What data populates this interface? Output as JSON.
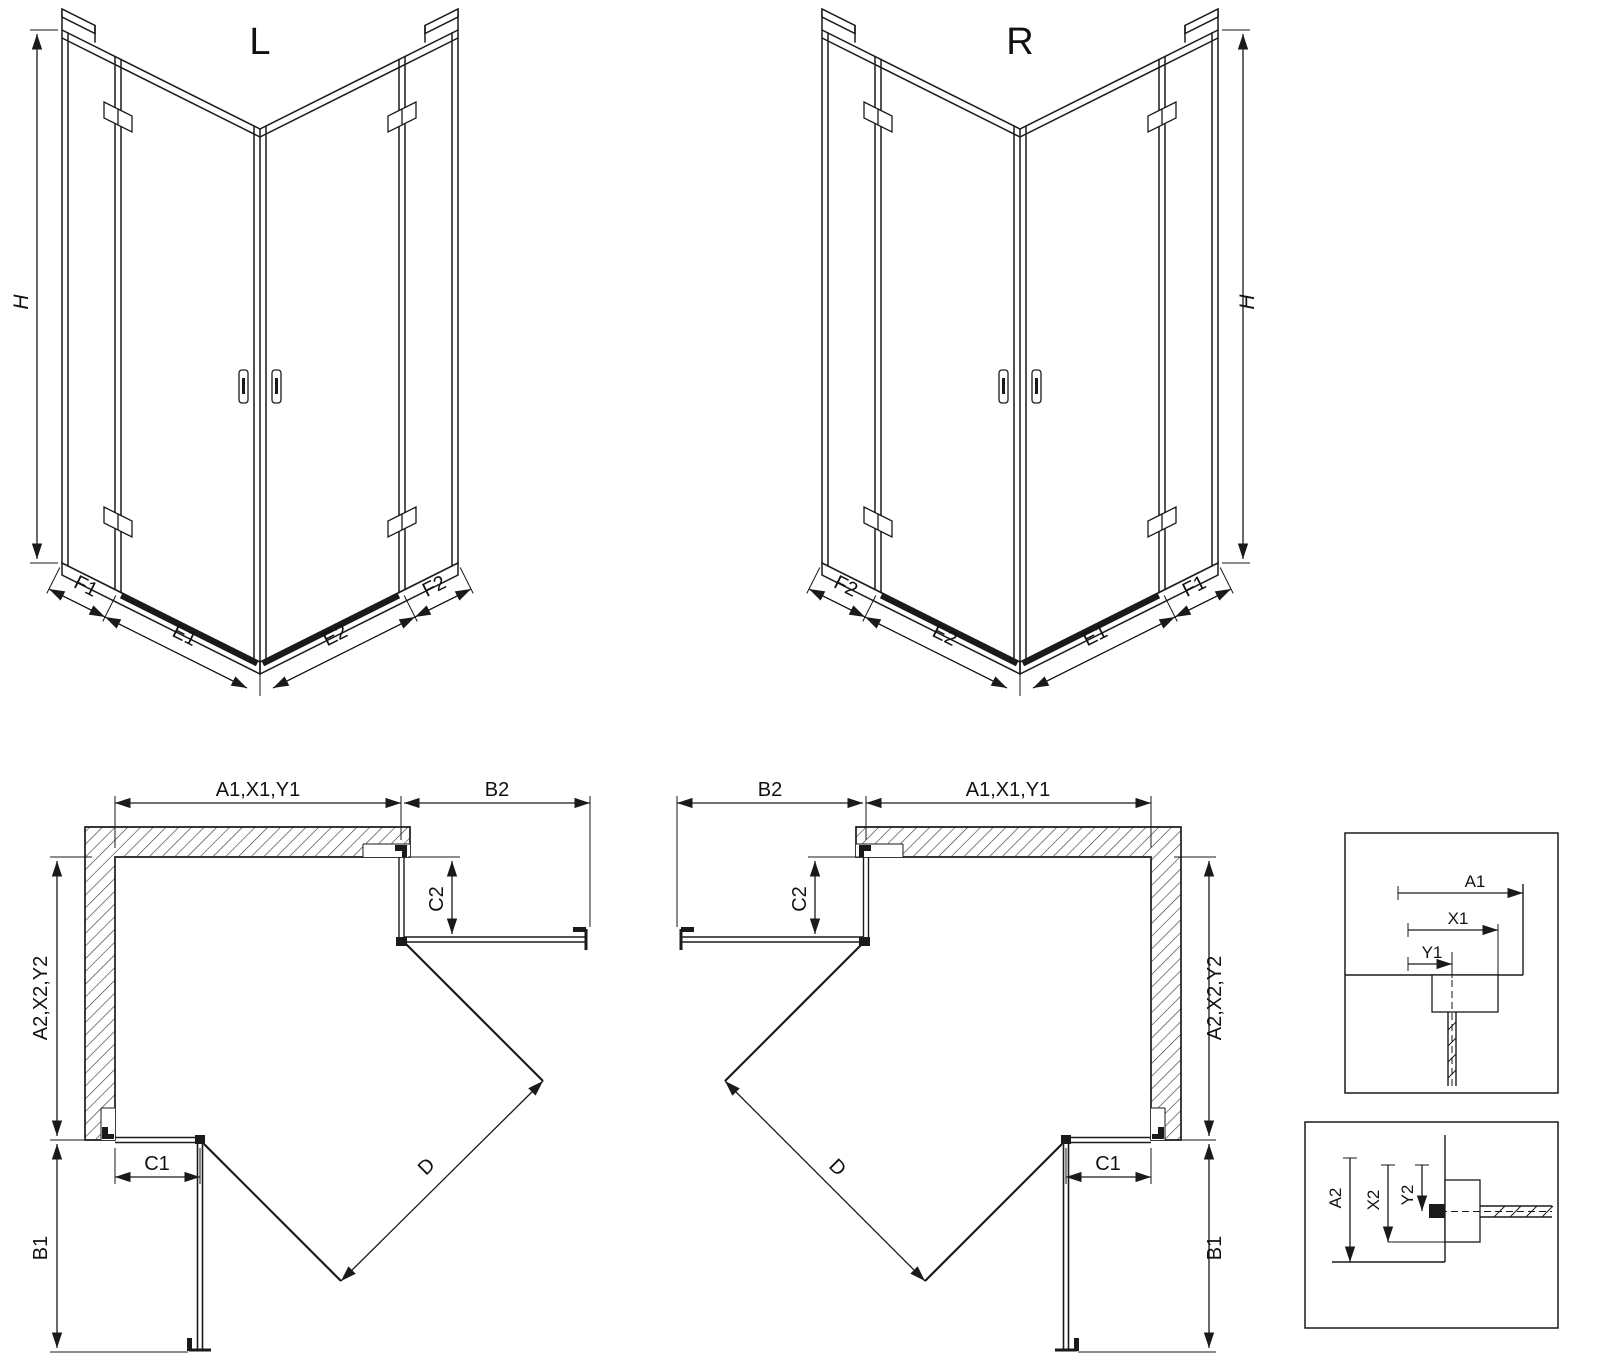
{
  "iso_left": {
    "label": "L",
    "h": "H",
    "f1": "F1",
    "e1": "E1",
    "e2": "E2",
    "f2": "F2"
  },
  "iso_right": {
    "label": "R",
    "h": "H",
    "f1": "F1",
    "e1": "E1",
    "e2": "E2",
    "f2": "F2"
  },
  "plan_left": {
    "a1": "A1,X1,Y1",
    "b2": "B2",
    "c2": "C2",
    "a2": "A2,X2,Y2",
    "c1": "C1",
    "b1": "B1",
    "d": "D"
  },
  "plan_right": {
    "a1": "A1,X1,Y1",
    "b2": "B2",
    "c2": "C2",
    "a2": "A2,X2,Y2",
    "c1": "C1",
    "b1": "B1",
    "d": "D"
  },
  "detail_a1": {
    "a1": "A1",
    "x1": "X1",
    "y1": "Y1"
  },
  "detail_a2": {
    "a2": "A2",
    "x2": "X2",
    "y2": "Y2"
  }
}
